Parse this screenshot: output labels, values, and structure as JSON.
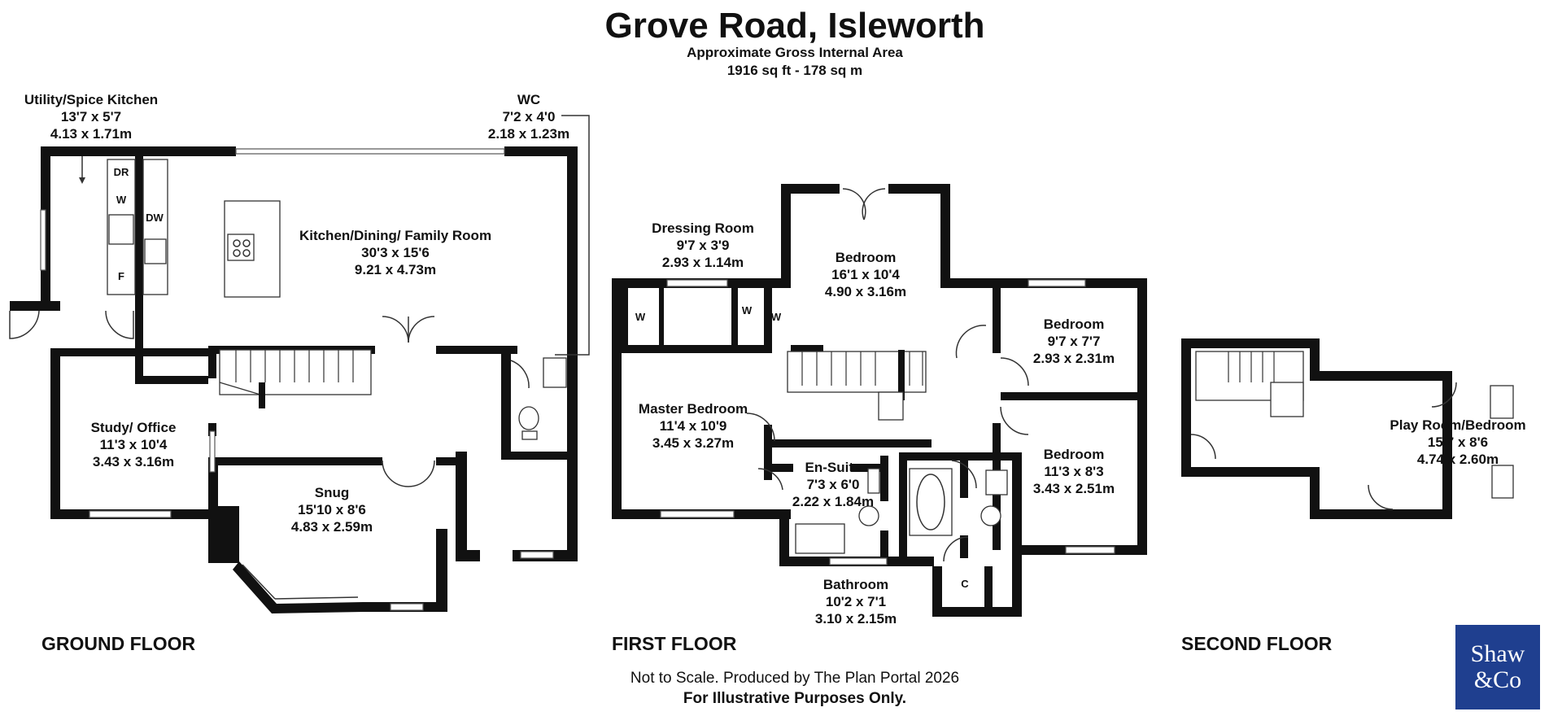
{
  "header": {
    "title": "Grove Road, Isleworth",
    "subtitle": "Approximate Gross Internal Area",
    "area": "1916 sq ft - 178 sq m"
  },
  "floors": {
    "ground": "GROUND FLOOR",
    "first": "FIRST FLOOR",
    "second": "SECOND FLOOR"
  },
  "rooms": {
    "utility": {
      "name": "Utility/Spice Kitchen",
      "imperial": "13'7 x 5'7",
      "metric": "4.13 x 1.71m"
    },
    "wc": {
      "name": "WC",
      "imperial": "7'2 x 4'0",
      "metric": "2.18 x 1.23m"
    },
    "kitchen": {
      "name": "Kitchen/Dining/ Family Room",
      "imperial": "30'3 x 15'6",
      "metric": "9.21 x 4.73m"
    },
    "study": {
      "name": "Study/ Office",
      "imperial": "11'3 x 10'4",
      "metric": "3.43 x 3.16m"
    },
    "snug": {
      "name": "Snug",
      "imperial": "15'10 x 8'6",
      "metric": "4.83 x 2.59m"
    },
    "dressing": {
      "name": "Dressing Room",
      "imperial": "9'7 x 3'9",
      "metric": "2.93 x 1.14m"
    },
    "bedroom_top": {
      "name": "Bedroom",
      "imperial": "16'1 x 10'4",
      "metric": "4.90 x 3.16m"
    },
    "bedroom_right": {
      "name": "Bedroom",
      "imperial": "9'7 x 7'7",
      "metric": "2.93 x 2.31m"
    },
    "master": {
      "name": "Master Bedroom",
      "imperial": "11'4 x 10'9",
      "metric": "3.45 x 3.27m"
    },
    "ensuite": {
      "name": "En-Suite",
      "imperial": "7'3 x 6'0",
      "metric": "2.22 x 1.84m"
    },
    "bedroom_low": {
      "name": "Bedroom",
      "imperial": "11'3 x 8'3",
      "metric": "3.43 x 2.51m"
    },
    "bathroom": {
      "name": "Bathroom",
      "imperial": "10'2 x 7'1",
      "metric": "3.10 x 2.15m"
    },
    "playroom": {
      "name": "Play Room/Bedroom",
      "imperial": "15'7 x 8'6",
      "metric": "4.74 x 2.60m"
    }
  },
  "fixtures": {
    "dr": "DR",
    "w": "W",
    "dw": "DW",
    "f": "F",
    "c": "C"
  },
  "footer": {
    "line1": "Not to Scale. Produced by The Plan Portal 2026",
    "line2": "For Illustrative Purposes Only."
  },
  "logo": {
    "line1": "Shaw",
    "line2": "&Co"
  },
  "colors": {
    "logo_bg": "#1f3f8f",
    "wall": "#111111"
  }
}
